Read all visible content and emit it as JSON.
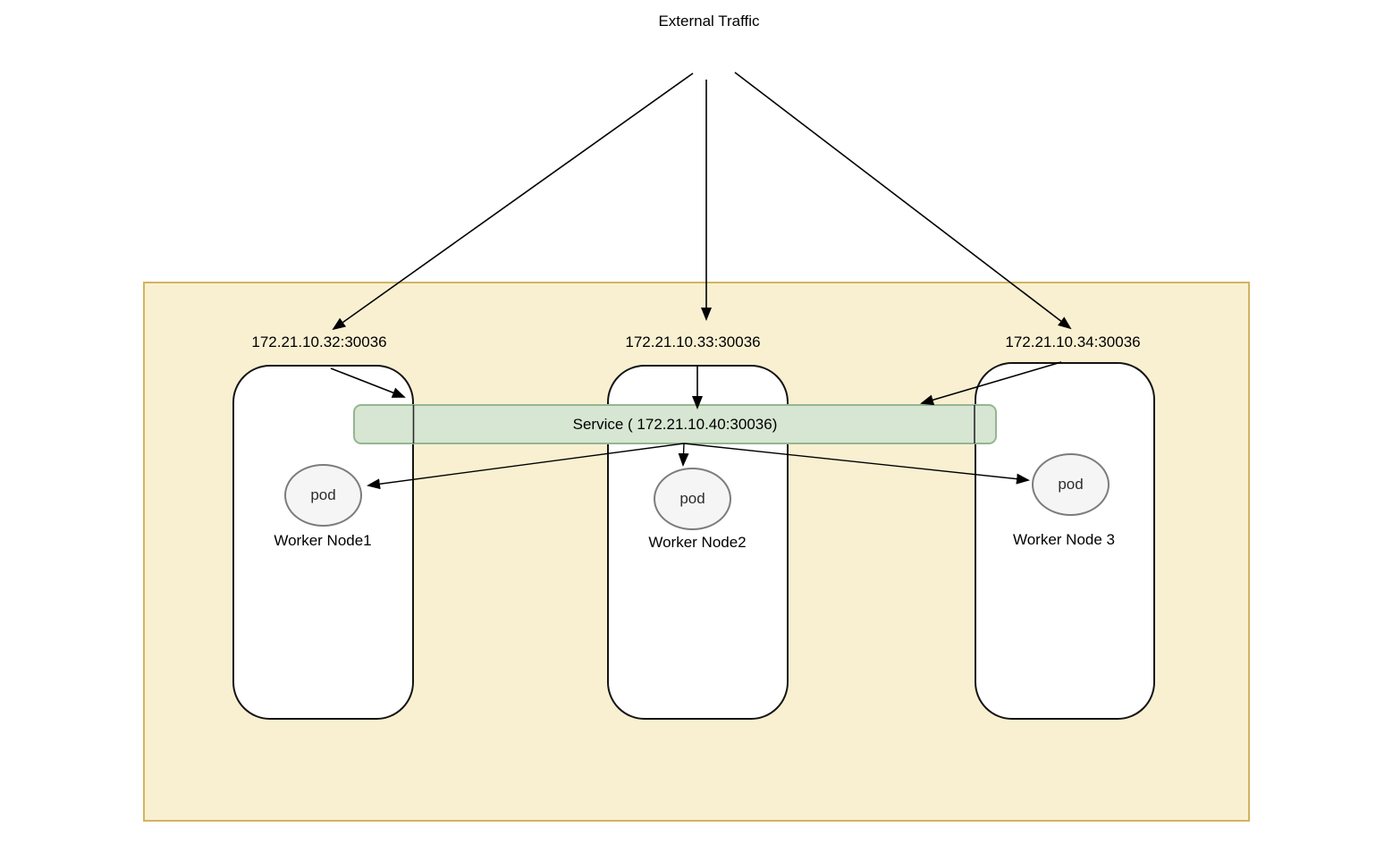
{
  "title": "External Traffic",
  "cluster": {
    "service": {
      "label": "Service ( 172.21.10.40:30036)"
    },
    "nodes": [
      {
        "ip": "172.21.10.32:30036",
        "label": "Worker Node1",
        "pod": "pod"
      },
      {
        "ip": "172.21.10.33:30036",
        "label": "Worker Node2",
        "pod": "pod"
      },
      {
        "ip": "172.21.10.34:30036",
        "label": "Worker Node 3",
        "pod": "pod"
      }
    ]
  },
  "colors": {
    "cluster_fill": "#f9f0d2",
    "cluster_border": "#d2b45f",
    "node_fill": "#ffffff",
    "node_border": "#141414",
    "service_fill": "#d7e5d3",
    "service_border": "#94b691",
    "pod_fill": "#f5f5f5",
    "pod_border": "#7c7c7c",
    "line": "#000000"
  }
}
